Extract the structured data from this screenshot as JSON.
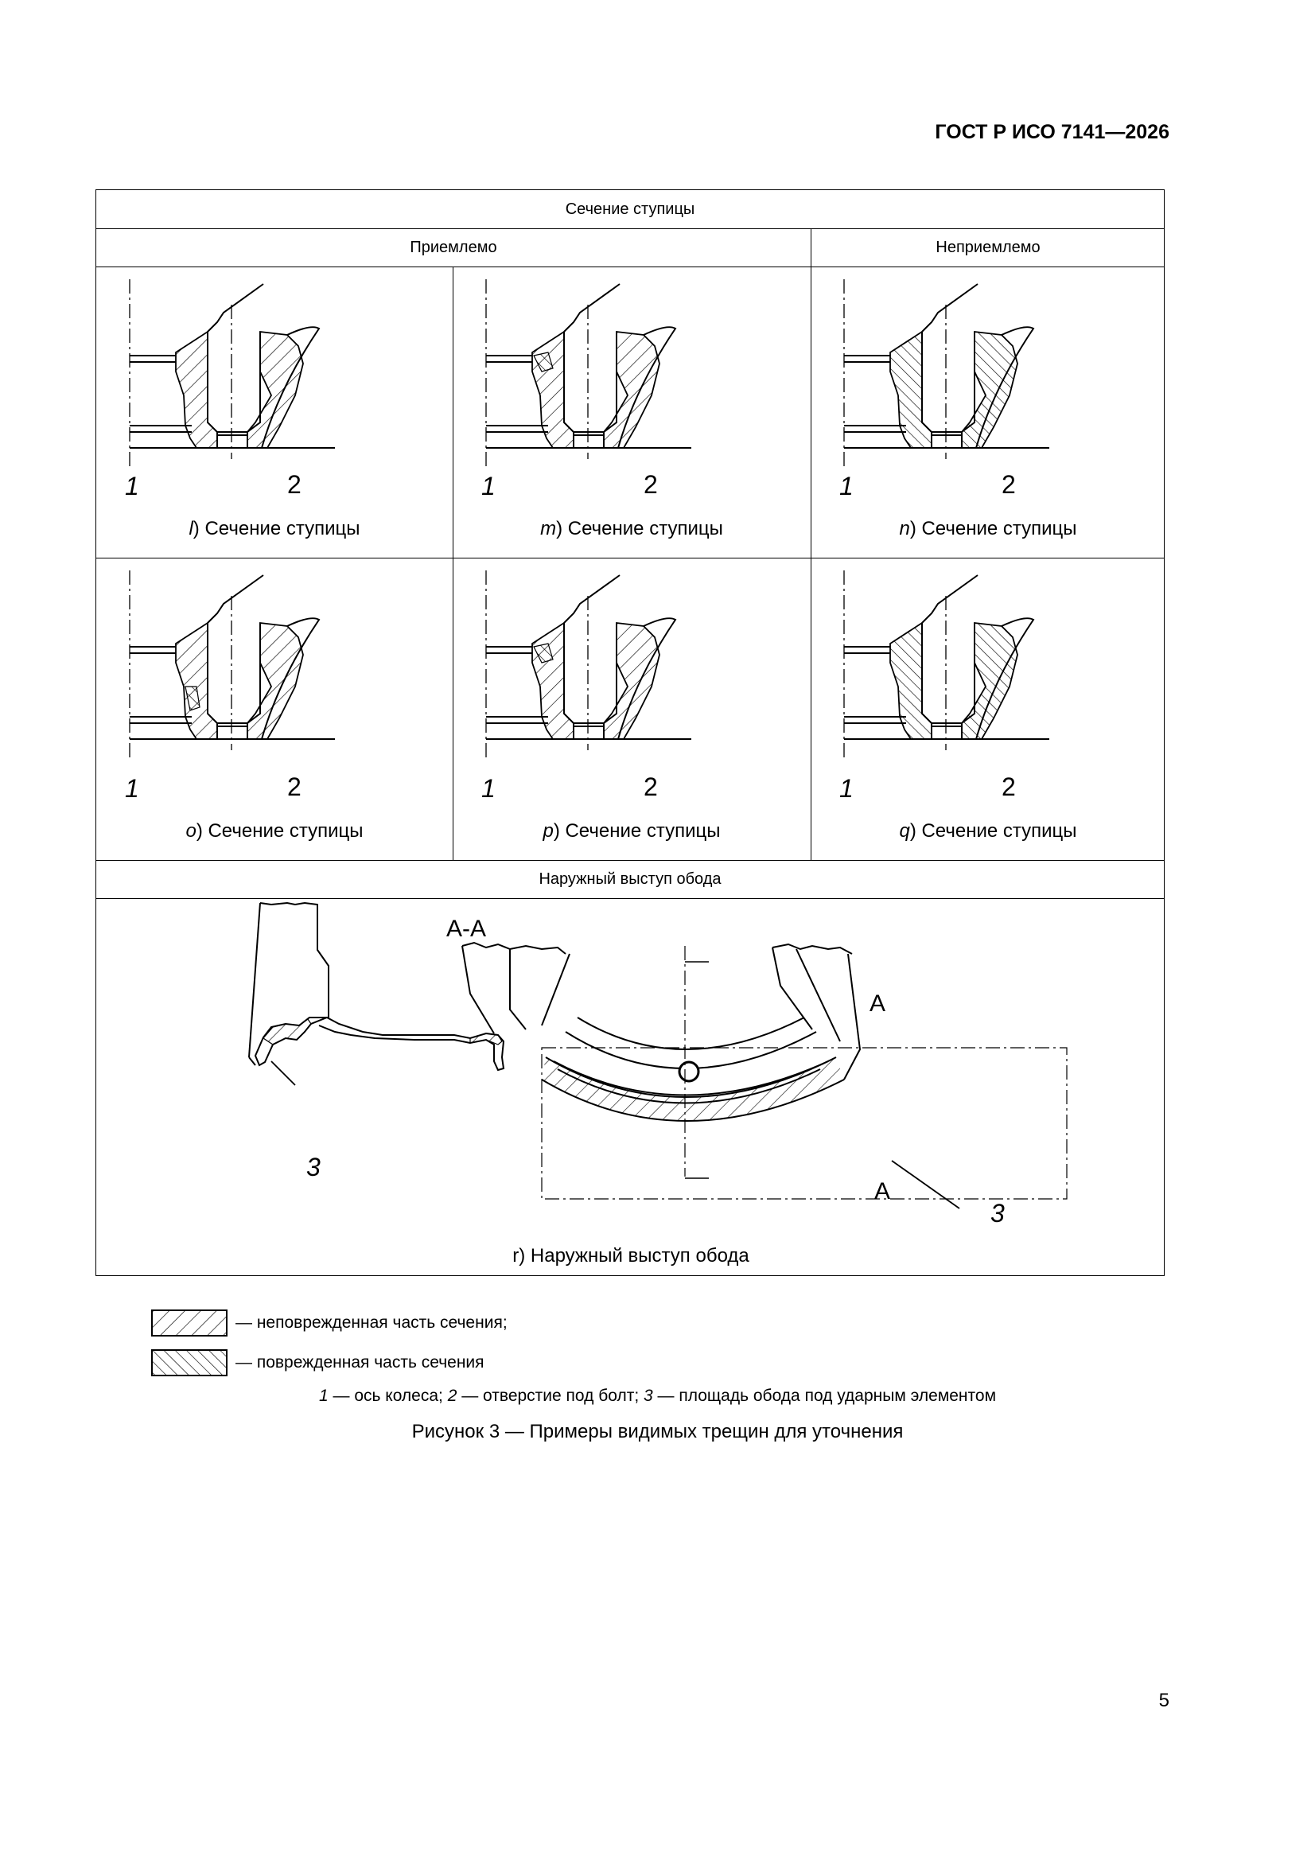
{
  "header": {
    "doc_id": "ГОСТ Р ИСО 7141—2026"
  },
  "table": {
    "title": "Сечение ступицы",
    "col_acceptable": "Приемлемо",
    "col_unacceptable": "Неприемлемо",
    "rim_title": "Наружный выступ обода"
  },
  "panels": [
    {
      "letter": "l",
      "caption": " ) Сечение ступицы",
      "label1": "1",
      "label2": "2"
    },
    {
      "letter": "m",
      "caption": " ) Сечение ступицы",
      "label1": "1",
      "label2": "2"
    },
    {
      "letter": "n",
      "caption": " ) Сечение ступицы",
      "label1": "1",
      "label2": "2"
    },
    {
      "letter": "o",
      "caption": " ) Сечение ступицы",
      "label1": "1",
      "label2": "2"
    },
    {
      "letter": "p",
      "caption": " ) Сечение ступицы",
      "label1": "1",
      "label2": "2"
    },
    {
      "letter": "q",
      "caption": " ) Сечение ступицы",
      "label1": "1",
      "label2": "2"
    }
  ],
  "rim": {
    "section_label": "A-A",
    "cut_label_top": "A",
    "cut_label_bottom": "A",
    "label3_left": "3",
    "label3_right": "3",
    "caption": "r) Наружный выступ обода"
  },
  "legend": {
    "undamaged": "— неповрежденная часть сечения;",
    "damaged": "— поврежденная часть сечения"
  },
  "key": {
    "k1": "1",
    "t1": " — ось колеса; ",
    "k2": "2",
    "t2": " — отверстие под болт; ",
    "k3": "3",
    "t3": " — площадь обода под ударным элементом"
  },
  "figure_caption": "Рисунок 3 — Примеры видимых трещин для уточнения",
  "page_number": "5"
}
